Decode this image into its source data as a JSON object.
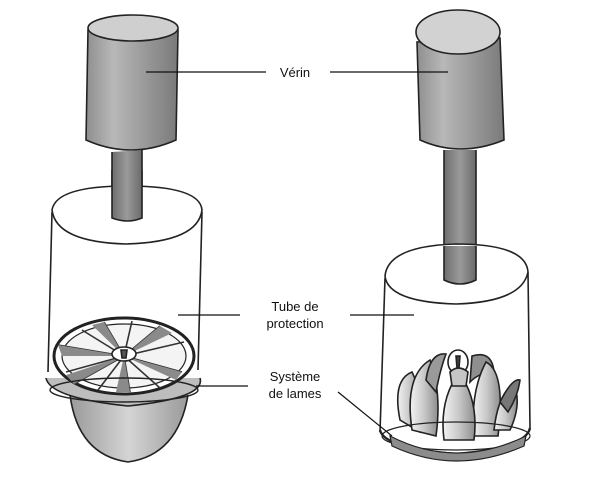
{
  "labels": {
    "verin": "Vérin",
    "tube_line1": "Tube de",
    "tube_line2": "protection",
    "lames_line1": "Système",
    "lames_line2": "de lames"
  }
}
